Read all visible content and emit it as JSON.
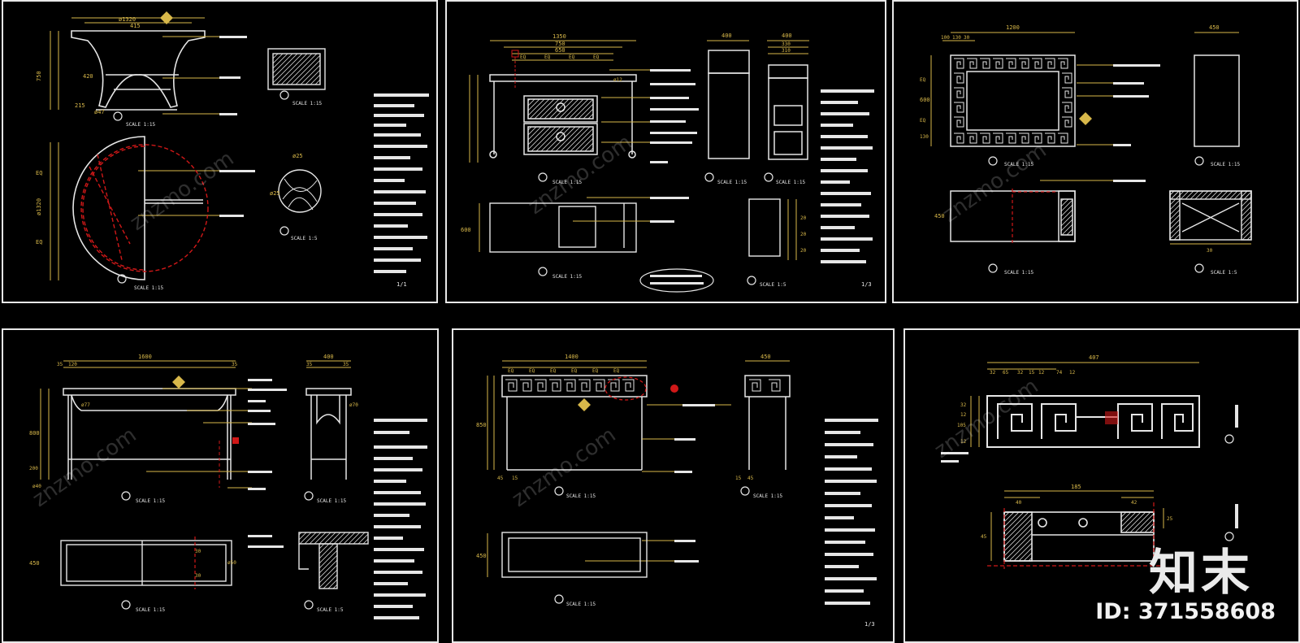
{
  "sheets": [
    {
      "id": "s1",
      "dims": [
        "ø1320",
        "415",
        "750",
        "420",
        "215",
        "ø47",
        "ø1320",
        "EQ",
        "EQ",
        "ø25",
        "ø25"
      ],
      "scales": [
        "SCALE 1:15",
        "SCALE 1:15",
        "SCALE 1:15",
        "SCALE 1:5"
      ],
      "page": "1/1"
    },
    {
      "id": "s2",
      "dims": [
        "1350",
        "750",
        "650",
        "EQ",
        "EQ",
        "EQ",
        "EQ",
        "400",
        "400",
        "330",
        "310",
        "600",
        "ø12",
        "20",
        "20",
        "20"
      ],
      "scales": [
        "SCALE 1:15",
        "SCALE 1:15",
        "SCALE 1:15",
        "SCALE 1:15",
        "SCALE 1:5"
      ],
      "page": "1/3"
    },
    {
      "id": "s3",
      "dims": [
        "1200",
        "450",
        "100",
        "130",
        "30",
        "EQ",
        "EQ",
        "130",
        "450",
        "600",
        "30"
      ],
      "scales": [
        "SCALE 1:15",
        "SCALE 1:15",
        "SCALE 1:15",
        "SCALE 1:5"
      ],
      "page": ""
    },
    {
      "id": "s4",
      "dims": [
        "1600",
        "35",
        "120",
        "35",
        "400",
        "35",
        "35",
        "ø77",
        "ø70",
        "800",
        "200",
        "450",
        "ø40",
        "ø50",
        "30",
        "30"
      ],
      "scales": [
        "SCALE 1:15",
        "SCALE 1:15",
        "SCALE 1:15",
        "SCALE 1:5"
      ],
      "page": ""
    },
    {
      "id": "s5",
      "dims": [
        "1400",
        "450",
        "EQ",
        "EQ",
        "EQ",
        "EQ",
        "EQ",
        "EQ",
        "45",
        "15",
        "15",
        "45",
        "850",
        "450"
      ],
      "scales": [
        "SCALE 1:15",
        "SCALE 1:15",
        "SCALE 1:15"
      ],
      "page": "1/3"
    },
    {
      "id": "s6",
      "dims": [
        "407",
        "32",
        "65",
        "32",
        "15",
        "12",
        "74",
        "12",
        "32",
        "12",
        "105",
        "12",
        "185",
        "40",
        "42",
        "45",
        "25"
      ],
      "scales": [],
      "page": ""
    }
  ],
  "watermark": "znzmo.com",
  "brand": "知末",
  "id_label": "ID: 371558608",
  "colors": {
    "line": "#e6e6e6",
    "dim": "#d8b84a",
    "red": "#d01818",
    "bg": "#000000"
  }
}
